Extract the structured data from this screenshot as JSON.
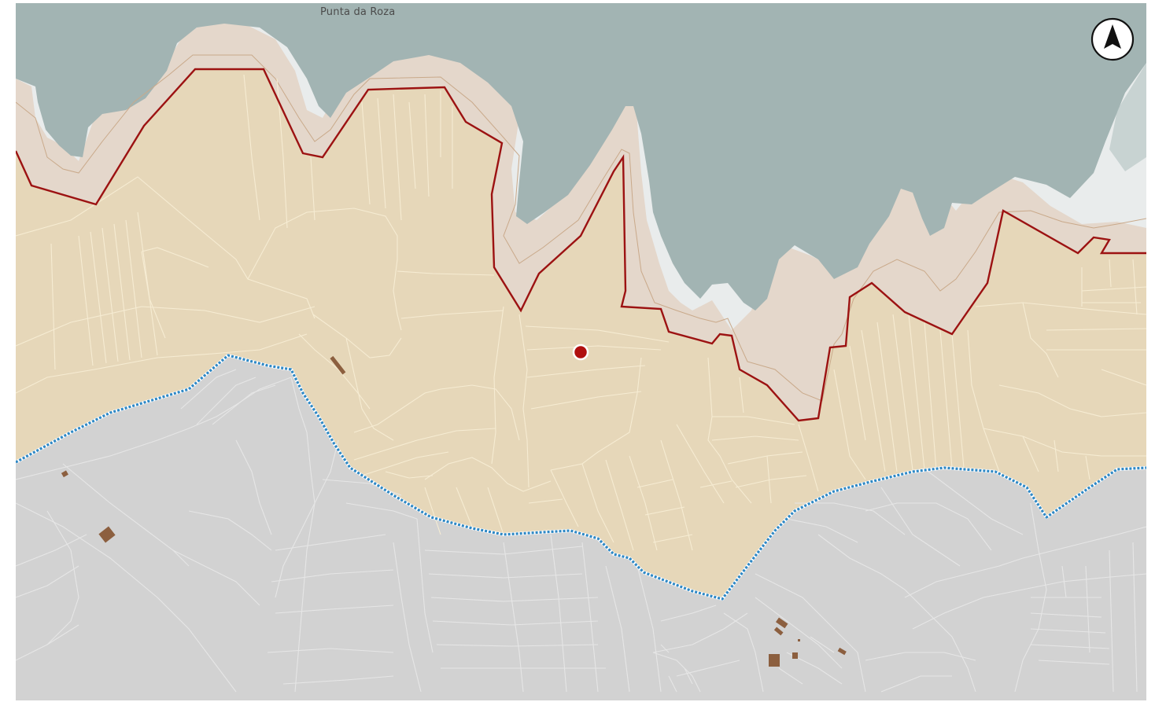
{
  "map": {
    "place_label": "Punta da Roza",
    "layers": [
      {
        "id": "sea",
        "color": "#a2b4b3"
      },
      {
        "id": "foreshore",
        "color": "#e9ecec"
      },
      {
        "id": "coastal-buffer",
        "color": "#e4d7cb"
      },
      {
        "id": "zone-area",
        "color": "#e6d7b9"
      },
      {
        "id": "inland-area",
        "color": "#d2d2d2"
      },
      {
        "id": "parcel-lines",
        "color": "#f6ecd3"
      },
      {
        "id": "buildings",
        "color": "#8c5f3f"
      }
    ],
    "lines": {
      "coastal-boundary": {
        "color": "#9c1212",
        "style": "solid"
      },
      "zone-limit": {
        "color": "#2e88c5",
        "style": "dashed"
      }
    },
    "marker": {
      "color": "#b00f0f",
      "outline": "#ffffff"
    },
    "north_arrow": {
      "icon": "north-arrow-icon"
    }
  }
}
